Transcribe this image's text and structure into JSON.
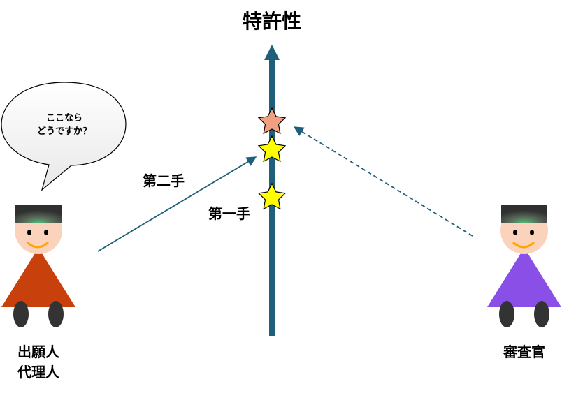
{
  "title": "特許性",
  "speech_bubble": {
    "line1": "ここなら",
    "line2": "どうですか？"
  },
  "moves": {
    "first": "第一手",
    "second": "第二手"
  },
  "applicant": {
    "label_line1": "出願人",
    "label_line2": "代理人"
  },
  "examiner": {
    "label": "審査官"
  },
  "colors": {
    "axis": "#1f5f7a",
    "applicant_robe": "#c8400c",
    "examiner_robe": "#8a4fe6",
    "star_proposed": "#f0a080",
    "star_move": "#ffff00",
    "skin": "#fbd3bd",
    "hat": "#3a3a3a"
  }
}
